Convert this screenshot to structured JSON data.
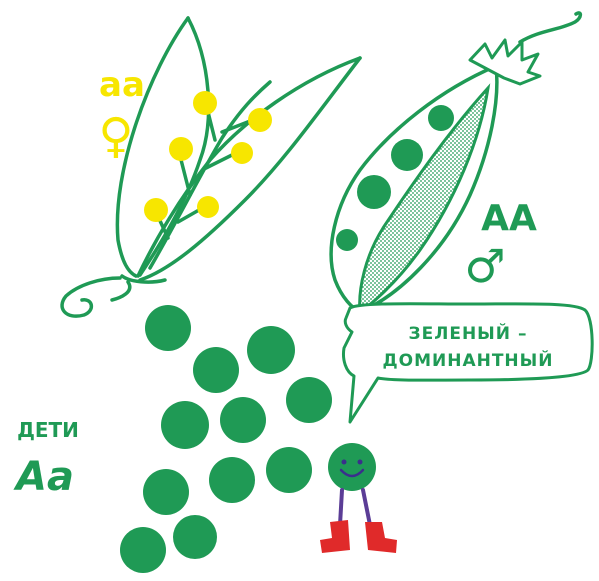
{
  "female": {
    "genotype": "аа",
    "symbol": "♀"
  },
  "male": {
    "genotype": "АА",
    "symbol": "♂"
  },
  "speech_bubble": {
    "line1": "ЗЕЛЕНЫЙ –",
    "line2": "ДОМИНАНТНЫЙ"
  },
  "children": {
    "title": "ДЕТИ",
    "genotype": "Аа"
  },
  "colors": {
    "outline": "#1f9a55",
    "green_pea": "#1f9a55",
    "yellow_pea": "#f7e600",
    "boots": "#e02a2a",
    "legs": "#5b3d96",
    "face": "#3a2f8c"
  }
}
